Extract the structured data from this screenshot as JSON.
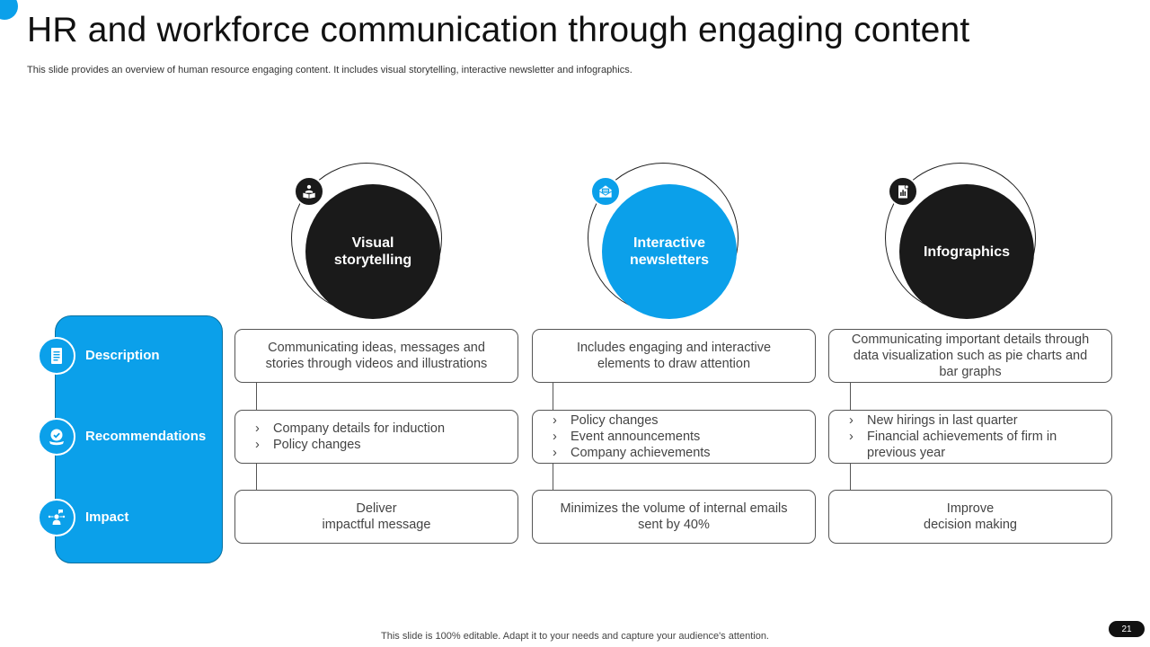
{
  "header": {
    "title": "HR and workforce communication through engaging content",
    "subtitle": "This slide provides an overview of human resource engaging content. It includes visual storytelling, interactive newsletter and infographics."
  },
  "rows": {
    "description": "Description",
    "recommendations": "Recommendations",
    "impact": "Impact"
  },
  "row_icons": [
    "document-icon",
    "badge-check-icon",
    "idea-person-icon"
  ],
  "columns": [
    {
      "title_line1": "Visual",
      "title_line2": "storytelling",
      "icon": "readers-icon",
      "style": "dark",
      "description_line1": "Communicating ideas, messages  and",
      "description_line2": "stories through videos and illustrations",
      "recommendations": [
        "Company details for induction",
        "Policy changes"
      ],
      "impact_line1": "Deliver",
      "impact_line2": "impactful message"
    },
    {
      "title_line1": "Interactive",
      "title_line2": "newsletters",
      "icon": "newsletter-icon",
      "style": "blue",
      "description_line1": "Includes engaging and interactive",
      "description_line2": "elements to draw attention",
      "recommendations": [
        "Policy changes",
        "Event announcements",
        "Company achievements"
      ],
      "impact_line1": "Minimizes the volume of internal emails",
      "impact_line2": "sent by 40%"
    },
    {
      "title_line1": "Infographics",
      "title_line2": "",
      "icon": "report-chart-icon",
      "style": "dark",
      "description_line1": "Communicating important details through",
      "description_line2": "data visualization  such as pie charts and",
      "description_line3": "bar graphs",
      "recommendations": [
        "New hirings in last quarter",
        "Financial achievements of firm in previous year"
      ],
      "impact_line1": "Improve",
      "impact_line2": "decision making"
    }
  ],
  "footer": {
    "note": "This slide is 100% editable. Adapt it to your needs and capture your audience's attention.",
    "page": "21"
  },
  "colors": {
    "accent": "#0ba0ea",
    "dark": "#1a1a1a"
  }
}
